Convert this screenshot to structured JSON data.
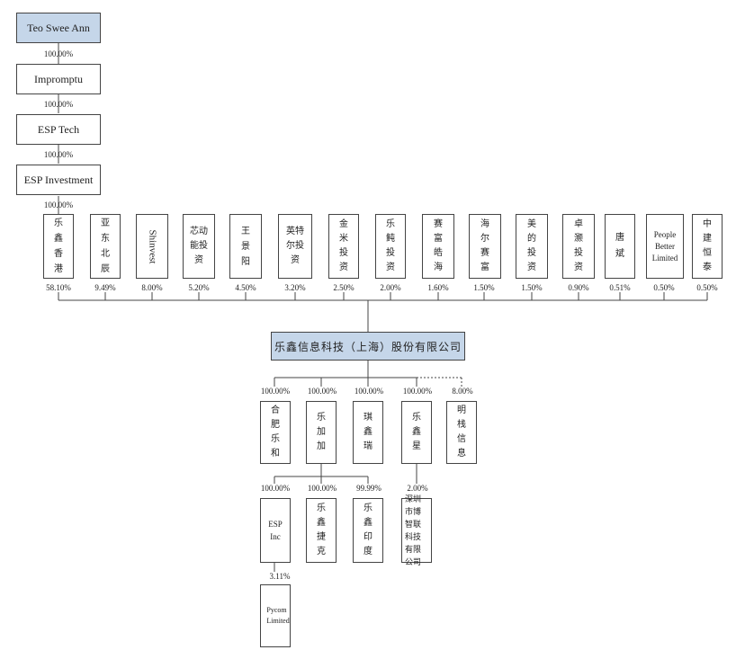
{
  "top_chain": [
    {
      "name": "Teo Swee Ann",
      "pct": "100.00%"
    },
    {
      "name": "Impromptu",
      "pct": "100.00%"
    },
    {
      "name": "ESP Tech",
      "pct": "100.00%"
    },
    {
      "name": "ESP Investment",
      "pct": "100.00%"
    }
  ],
  "shareholders": [
    {
      "name": "乐鑫香港",
      "pct": "58.10%"
    },
    {
      "name": "亚东北辰",
      "pct": "9.49%"
    },
    {
      "name": "Shinvest",
      "pct": "8.00%"
    },
    {
      "name": "芯动能投资",
      "pct": "5.20%"
    },
    {
      "name": "王景阳",
      "pct": "4.50%"
    },
    {
      "name": "英特尔投资",
      "pct": "3.20%"
    },
    {
      "name": "金米投资",
      "pct": "2.50%"
    },
    {
      "name": "乐鲀投资",
      "pct": "2.00%"
    },
    {
      "name": "赛富皓海",
      "pct": "1.60%"
    },
    {
      "name": "海尔赛富",
      "pct": "1.50%"
    },
    {
      "name": "美的投资",
      "pct": "1.50%"
    },
    {
      "name": "卓灏投资",
      "pct": "0.90%"
    },
    {
      "name": "唐斌",
      "pct": "0.51%"
    },
    {
      "name": "People Better Limited",
      "pct": "0.50%"
    },
    {
      "name": "中建恒泰",
      "pct": "0.50%"
    }
  ],
  "company": {
    "name": "乐鑫信息科技（上海）股份有限公司"
  },
  "subsidiaries": [
    {
      "name": "合肥乐和",
      "pct": "100.00%"
    },
    {
      "name": "乐加加",
      "pct": "100.00%"
    },
    {
      "name": "琪鑫瑞",
      "pct": "100.00%"
    },
    {
      "name": "乐鑫星",
      "pct": "100.00%"
    },
    {
      "name": "明栈信息",
      "pct": "8.00%"
    }
  ],
  "level3": [
    {
      "name": "ESP Inc",
      "pct": "100.00%"
    },
    {
      "name": "乐鑫捷克",
      "pct": "100.00%"
    },
    {
      "name": "乐鑫印度",
      "pct": "99.99%"
    },
    {
      "name": "深圳市博智联科技有限公司",
      "pct": "2.00%"
    }
  ],
  "level4": [
    {
      "name": "Pycom Limited",
      "pct": "3.11%"
    }
  ]
}
